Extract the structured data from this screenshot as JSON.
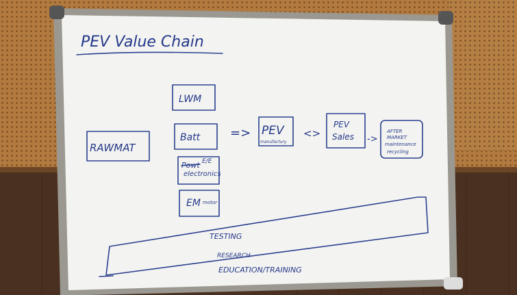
{
  "whiteboard": {
    "title": "PEV Value Chain",
    "boxes": {
      "raw_mat": "RAWMAT",
      "lwm": "LWM",
      "batt": "Batt",
      "power_struck": "Powt",
      "e_e": "E/E",
      "electronics": "electronics",
      "em": "EM",
      "em_sub": "motor",
      "pev_mfg_title": "PEV",
      "pev_mfg_sub": "manufactury",
      "pev_sales_title": "PEV",
      "pev_sales_sub": "Sales",
      "after_market_1": "AFTER",
      "after_market_2": "MARKET",
      "after_market_3": "maintenance",
      "after_market_4": "recycling"
    },
    "arrows": [
      "=>",
      "<>",
      "->"
    ],
    "bands": {
      "testing": "TESTING",
      "research": "RESEARCH",
      "education": "EDUCATION/TRAINING"
    }
  },
  "colors": {
    "ink": "#24378a",
    "board": "#f3f4f1",
    "frame": "#9a9890"
  }
}
